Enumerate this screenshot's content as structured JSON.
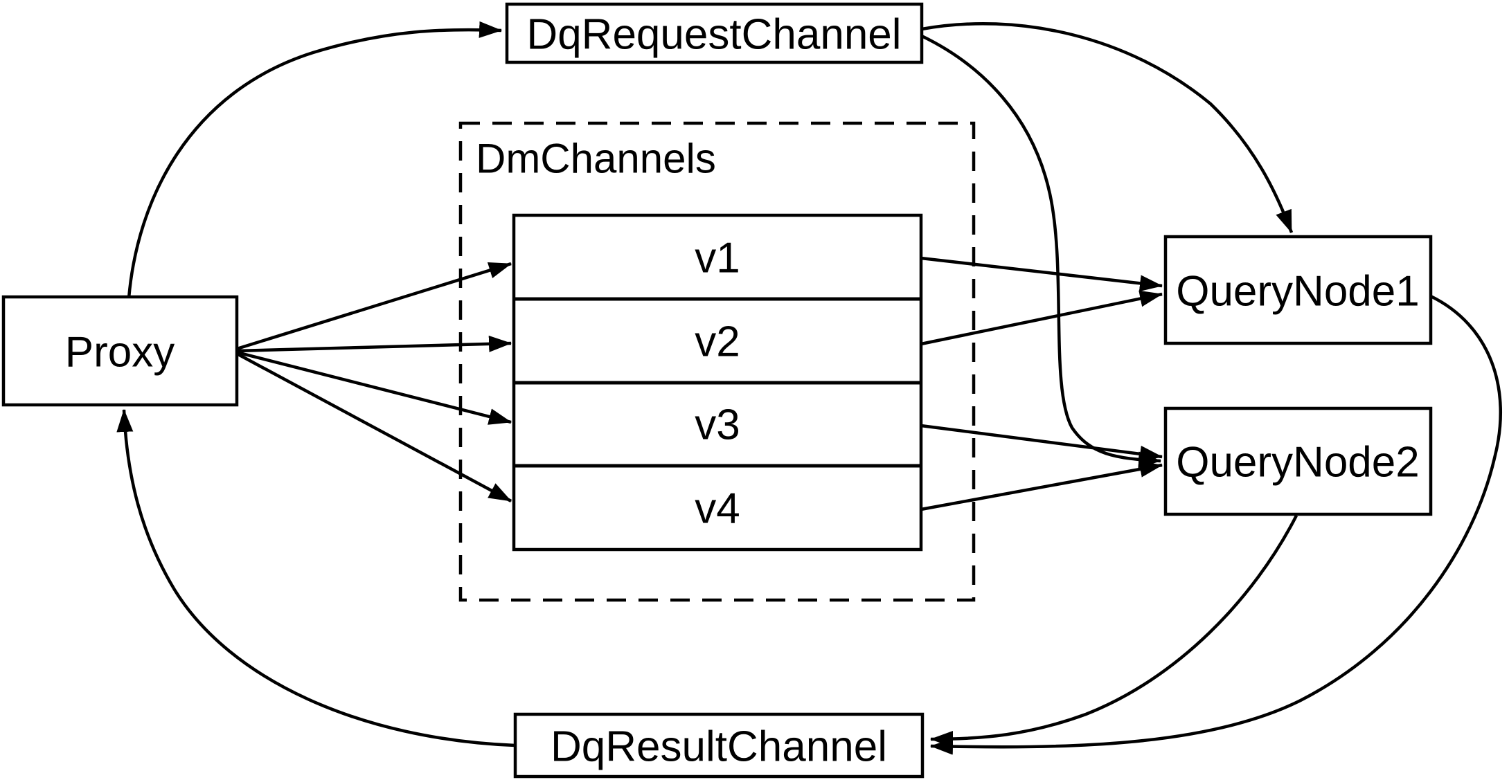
{
  "diagram": {
    "kind": "architecture-flow",
    "background": "#ffffff",
    "stroke_color": "#000000"
  },
  "nodes": {
    "proxy": {
      "label": "Proxy"
    },
    "dq_request_channel": {
      "label": "DqRequestChannel"
    },
    "dm_channels_group": {
      "label": "DmChannels"
    },
    "channels": [
      {
        "label": "v1"
      },
      {
        "label": "v2"
      },
      {
        "label": "v3"
      },
      {
        "label": "v4"
      }
    ],
    "query_node_1": {
      "label": "QueryNode1"
    },
    "query_node_2": {
      "label": "QueryNode2"
    },
    "dq_result_channel": {
      "label": "DqResultChannel"
    }
  },
  "edges": [
    {
      "from": "Proxy",
      "to": "DqRequestChannel"
    },
    {
      "from": "DqRequestChannel",
      "to": "QueryNode1"
    },
    {
      "from": "DqRequestChannel",
      "to": "QueryNode2"
    },
    {
      "from": "Proxy",
      "to": "v1"
    },
    {
      "from": "Proxy",
      "to": "v2"
    },
    {
      "from": "Proxy",
      "to": "v3"
    },
    {
      "from": "Proxy",
      "to": "v4"
    },
    {
      "from": "v1",
      "to": "QueryNode1"
    },
    {
      "from": "v2",
      "to": "QueryNode1"
    },
    {
      "from": "v3",
      "to": "QueryNode2"
    },
    {
      "from": "v4",
      "to": "QueryNode2"
    },
    {
      "from": "QueryNode1",
      "to": "DqResultChannel"
    },
    {
      "from": "QueryNode2",
      "to": "DqResultChannel"
    },
    {
      "from": "DqResultChannel",
      "to": "Proxy"
    }
  ]
}
